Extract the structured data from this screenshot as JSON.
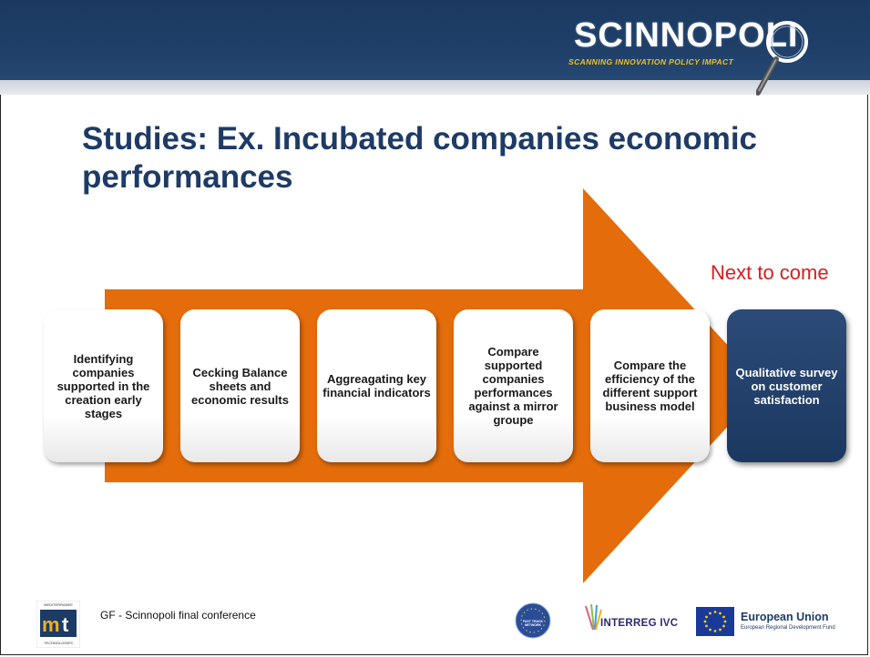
{
  "header": {
    "logo_name": "SCINNOPOLI",
    "logo_tagline": "SCANNING INNOVATION POLICY IMPACT",
    "band_color": "#1f3f69",
    "magnifier_icon": "magnifying-glass-icon"
  },
  "title": "Studies: Ex. Incubated companies economic performances",
  "arrow": {
    "color": "#e46c0a"
  },
  "next_label": "Next to come",
  "steps": [
    {
      "label": "Identifying companies supported in the creation early stages"
    },
    {
      "label": "Cecking Balance sheets and economic results"
    },
    {
      "label": "Aggreagating key financial indicators"
    },
    {
      "label": "Compare supported companies performances against a mirror groupe"
    },
    {
      "label": "Compare the efficiency of the different support business model"
    },
    {
      "label": "Qualitative survey on customer satisfaction"
    }
  ],
  "footer": {
    "text": "GF - Scinnopoli final conference",
    "logos": {
      "mt_top": "MEDITERRANEE",
      "mt_bottom": "TECHNOLOGIES",
      "ftn": "FAST TRACK NETWORK",
      "interreg": "INTERREG IVC",
      "eu_title": "European Union",
      "eu_sub": "European Regional Development Fund"
    }
  }
}
